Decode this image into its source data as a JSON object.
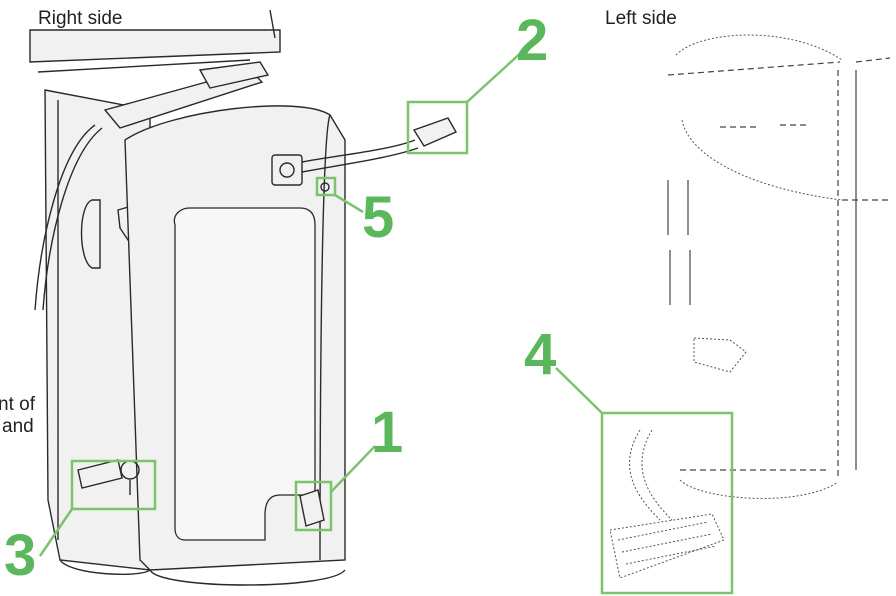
{
  "labels": {
    "right_side": "Right side",
    "left_side": "Left side"
  },
  "callouts": {
    "c1": "1",
    "c2": "2",
    "c3": "3",
    "c4": "4",
    "c5": "5"
  },
  "partial_text": {
    "line1": "nt of",
    "line2": "and"
  },
  "colors": {
    "callout": "#5bb75b",
    "highlight": "#7cc36e"
  }
}
